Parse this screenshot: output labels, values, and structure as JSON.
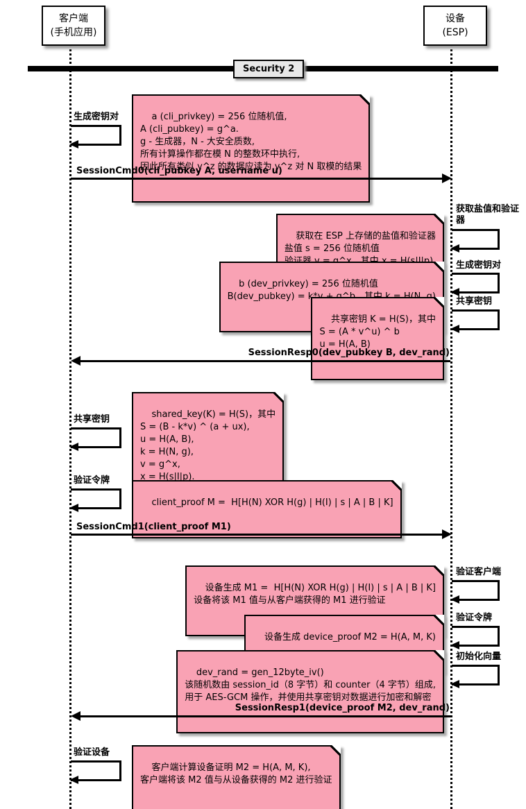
{
  "diagram": {
    "type": "sequence",
    "protocol": "Security 2"
  },
  "participants": {
    "client": {
      "name": "客户端",
      "subtitle": "(手机应用)"
    },
    "device": {
      "name": "设备",
      "subtitle": "(ESP)"
    }
  },
  "divider": {
    "label": "Security 2"
  },
  "messages": {
    "cmd0": {
      "text": "SessionCmd0(cli_pubkey A, username u)",
      "direction": "client-to-device"
    },
    "resp0": {
      "text": "SessionResp0(dev_pubkey B, dev_rand)",
      "direction": "device-to-client"
    },
    "cmd1": {
      "text": "SessionCmd1(client_proof M1)",
      "direction": "client-to-device"
    },
    "resp1": {
      "text": "SessionResp1(device_proof M2, dev_rand)",
      "direction": "device-to-client"
    }
  },
  "self_messages": {
    "client_gen_keypair": "生成密钥对",
    "device_obtain_salt_verifier": "获取盐值和验证器",
    "device_gen_keypair": "生成密钥对",
    "device_shared_key": "共享密钥",
    "client_shared_key": "共享密钥",
    "client_verification_token": "验证令牌",
    "device_verify_client": "验证客户端",
    "device_verification_token": "验证令牌",
    "device_init_vector": "初始化向量",
    "client_verify_device": "验证设备"
  },
  "notes": {
    "client_keypair": "a (cli_privkey) = 256 位随机值,\nA (cli_pubkey) = g^a.\ng - 生成器，N - 大安全质数,\n所有计算操作都在模 N 的整数环中执行,\n因此所有类似 y^z 的数据应读为 y^z 对 N 取模的结果",
    "device_salt_verifier": "获取在 ESP 上存储的盐值和验证器\n盐值 s = 256 位随机值\n验证器 v = g^x，其中 x = H(s|I|p)",
    "device_keypair": "b (dev_privkey) = 256 位随机值\nB(dev_pubkey) = k*v + g^b，其中 k = H(N, g)",
    "device_shared_key": "共享密钥 K = H(S)，其中\nS = (A * v^u) ^ b\nu = H(A, B)",
    "client_shared_key": "shared_key(K) = H(S)，其中\nS = (B - k*v) ^ (a + ux),\nu = H(A, B),\nk = H(N, g),\nv = g^x,\nx = H(s|I|p).",
    "client_proof": "client_proof M =  H[H(N) XOR H(g) | H(I) | s | A | B | K]",
    "device_verify_client": "设备生成 M1 =  H[H(N) XOR H(g) | H(I) | s | A | B | K]\n设备将该 M1 值与从客户端获得的 M1 进行验证",
    "device_proof": "设备生成 device_proof M2 = H(A, M, K)",
    "device_init_vector": "dev_rand = gen_12byte_iv()\n该随机数由 session_id（8 字节）和 counter（4 字节）组成,\n用于 AES-GCM 操作，并使用共享密钥对数据进行加密和解密",
    "client_verify_device": "客户端计算设备证明 M2 = H(A, M, K),\n客户端将该 M2 值与从设备获得的 M2 进行验证"
  },
  "colors": {
    "note_bg": "#F9A2B4",
    "line": "#000000",
    "participant_bg": "#FFFFFF",
    "divider_label_bg": "#E8E8E8",
    "shadow": "#999999"
  }
}
